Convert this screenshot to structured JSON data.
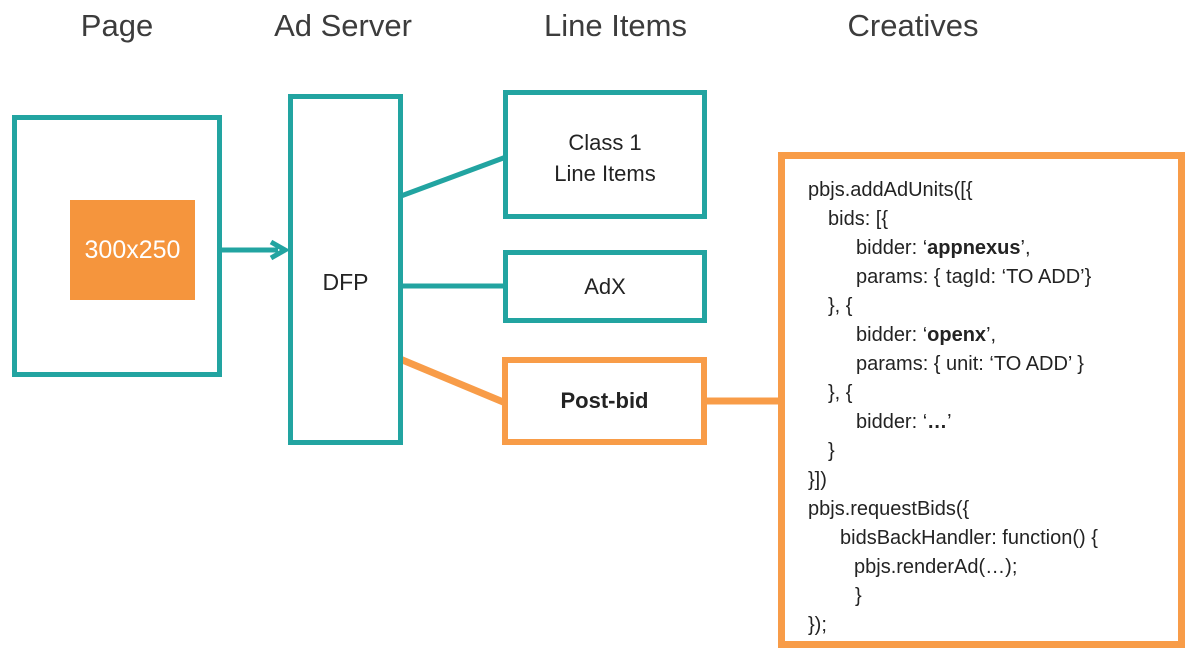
{
  "headers": {
    "page": "Page",
    "ad_server": "Ad Server",
    "line_items": "Line Items",
    "creatives": "Creatives"
  },
  "page_panel": {
    "ad_slot_label": "300x250"
  },
  "ad_server": {
    "dfp_label": "DFP"
  },
  "line_items": {
    "class1_label": "Class 1\nLine Items",
    "adx_label": "AdX",
    "postbid_label": "Post-bid"
  },
  "creatives": {
    "code_lines": [
      {
        "indent": 0,
        "parts": [
          {
            "t": "pbjs.addAdUnits([{"
          }
        ]
      },
      {
        "indent": 20,
        "parts": [
          {
            "t": "bids: [{"
          }
        ]
      },
      {
        "indent": 48,
        "parts": [
          {
            "t": "bidder: ‘"
          },
          {
            "t": "appnexus",
            "b": true
          },
          {
            "t": "’,"
          }
        ]
      },
      {
        "indent": 48,
        "parts": [
          {
            "t": "params: { tagId: ‘TO ADD’}"
          }
        ]
      },
      {
        "indent": 20,
        "parts": [
          {
            "t": "}, {"
          }
        ]
      },
      {
        "indent": 48,
        "parts": [
          {
            "t": "bidder: ‘"
          },
          {
            "t": "openx",
            "b": true
          },
          {
            "t": "’,"
          }
        ]
      },
      {
        "indent": 48,
        "parts": [
          {
            "t": "params: { unit: ‘TO ADD’ }"
          }
        ]
      },
      {
        "indent": 20,
        "parts": [
          {
            "t": "}, {"
          }
        ]
      },
      {
        "indent": 48,
        "parts": [
          {
            "t": "bidder: ‘"
          },
          {
            "t": "…",
            "b": true
          },
          {
            "t": "’"
          }
        ]
      },
      {
        "indent": 20,
        "parts": [
          {
            "t": "}"
          }
        ]
      },
      {
        "indent": 0,
        "parts": [
          {
            "t": "}])"
          }
        ]
      },
      {
        "indent": 0,
        "parts": [
          {
            "t": "pbjs.requestBids({"
          }
        ]
      },
      {
        "indent": 32,
        "parts": [
          {
            "t": "bidsBackHandler: function() {"
          }
        ]
      },
      {
        "indent": 46,
        "parts": [
          {
            "t": "pbjs.renderAd(…);"
          }
        ]
      },
      {
        "indent": 47,
        "parts": [
          {
            "t": "}"
          }
        ]
      },
      {
        "indent": 0,
        "parts": [
          {
            "t": "});"
          }
        ]
      }
    ]
  },
  "colors": {
    "teal": "#22A4A1",
    "orange_fill": "#F5953D",
    "orange_line": "#F89C48",
    "heading_text": "#3C3C3C",
    "body_text": "#232323"
  }
}
